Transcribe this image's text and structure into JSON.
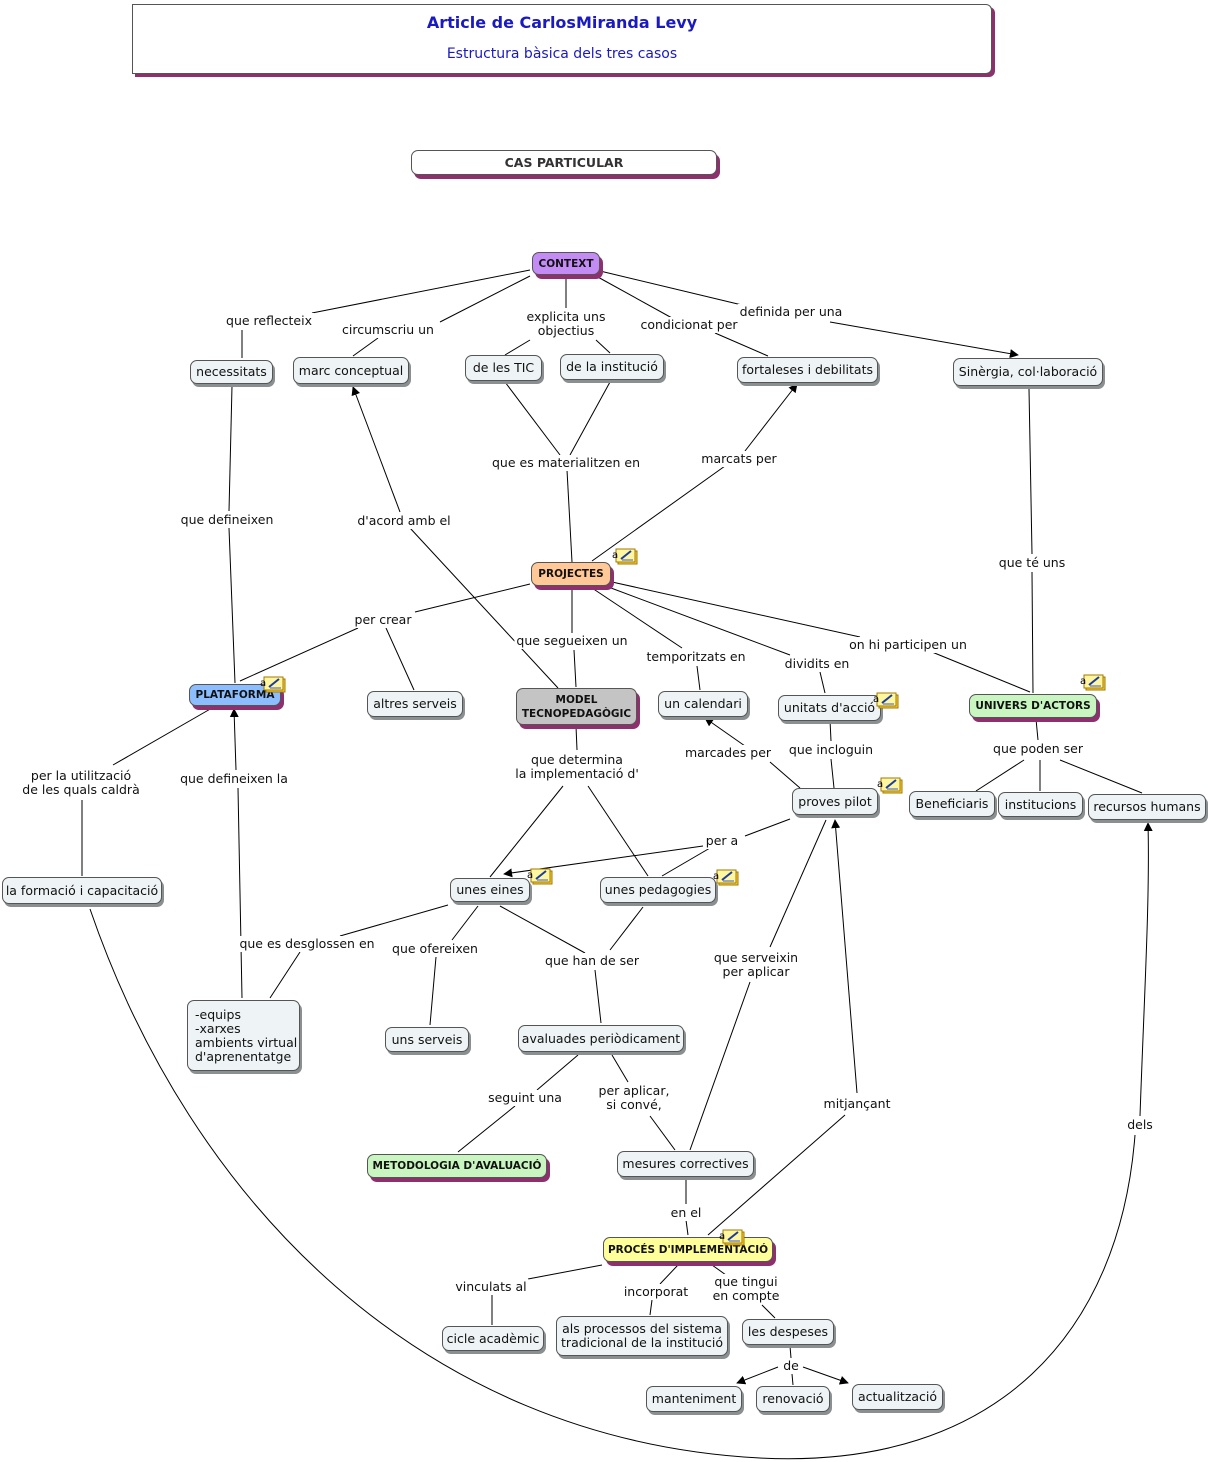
{
  "header": {
    "title": "Article de CarlosMiranda Levy",
    "subtitle": "Estructura bàsica dels tres casos",
    "case": "CAS PARTICULAR"
  },
  "colors": {
    "context": "#c38cf5",
    "projectes": "#ffc896",
    "plataforma": "#8cbeff",
    "model": "#c4c4c4",
    "univers": "#c8f5c0",
    "metodologia": "#c8f5c0",
    "proces": "#ffff9a",
    "concept": "#eef3f5",
    "shadow": "#8e2f6e"
  },
  "nodes": {
    "context": "CONTEXT",
    "necessitats": "necessitats",
    "marc": "marc conceptual",
    "tic": "de les TIC",
    "institucio": "de la institució",
    "fortaleses": "fortaleses i debilitats",
    "sinergia": "Sinèrgia, col·laboració",
    "projectes": "PROJECTES",
    "plataforma": "PLATAFORMA",
    "altres": "altres serveis",
    "model": "MODEL\nTECNOPEDAGÒGIC",
    "calendari": "un calendari",
    "unitats": "unitats d'acció",
    "univers": "UNIVERS D'ACTORS",
    "proves": "proves pilot",
    "beneficiaris": "Beneficiaris",
    "institucions": "institucions",
    "recursos": "recursos humans",
    "formacio": "la formació i capacitació",
    "eines": "unes eines",
    "pedagogies": "unes pedagogies",
    "equips": "-equips\n-xarxes\nambients virtual\nd'aprenentatge",
    "serveis": "uns serveis",
    "avaluades": "avaluades periòdicament",
    "metodologia": "METODOLOGIA D'AVALUACIÓ",
    "mesures": "mesures correctives",
    "proces": "PROCÉS D'IMPLEMENTACIÓ",
    "cicle": "cicle acadèmic",
    "processos": "als processos del sistema\ntradicional de la institució",
    "despeses": "les despeses",
    "manteniment": "manteniment",
    "renovacio": "renovació",
    "actualitzacio": "actualització"
  },
  "links": {
    "reflecteix": "que reflecteix",
    "circumscriu": "circumscriu un",
    "explicita": "explicita uns\nobjectius",
    "condicionat": "condicionat per",
    "definida": "definida per una",
    "materialitzen": "que es materialitzen en",
    "marcats": "marcats per",
    "defineixen": "que defineixen",
    "dacord": "d'acord amb el",
    "te_uns": "que té uns",
    "crear": "per crear",
    "segueixen": "que segueixen un",
    "temporitzats": "temporitzats en",
    "dividits": "dividits en",
    "participen": "on hi participen un",
    "marcades": "marcades per",
    "incloguin": "que incloguin",
    "poden_ser": "que poden ser",
    "determina": "que determina\nla implementació d'",
    "utilitzacio": "per la utilització\nde les quals caldrà",
    "defineixen_la": "que defineixen la",
    "per_a": "per a",
    "desglossen": "que es desglossen en",
    "ofereixen": "que ofereixen",
    "han_de_ser": "que han de ser",
    "serveixin": "que serveixin\nper aplicar",
    "seguint": "seguint una",
    "aplicar": "per aplicar,\nsi convé,",
    "mitjancant": "mitjançant",
    "dels": "dels",
    "en_el": "en el",
    "vinculats": "vinculats al",
    "incorporat": "incorporat",
    "tingui": "que tingui\nen compte",
    "de": "de"
  }
}
